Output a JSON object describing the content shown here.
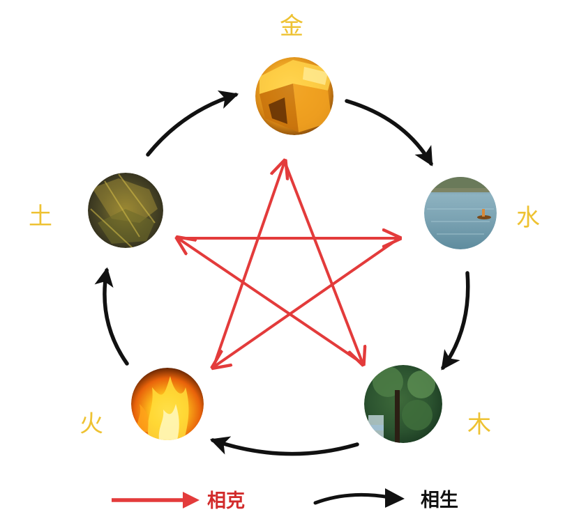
{
  "elements": {
    "metal": {
      "label": "金"
    },
    "water": {
      "label": "水"
    },
    "wood": {
      "label": "木"
    },
    "fire": {
      "label": "火"
    },
    "earth": {
      "label": "土"
    }
  },
  "legend": {
    "overcoming": {
      "label": "相克"
    },
    "generating": {
      "label": "相生"
    }
  },
  "colors": {
    "element_label": "#eec232",
    "overcoming_arrow": "#e33b3b",
    "generating_arrow": "#111111",
    "legend_overcoming_text": "#d22b2b",
    "legend_generating_text": "#111111"
  }
}
